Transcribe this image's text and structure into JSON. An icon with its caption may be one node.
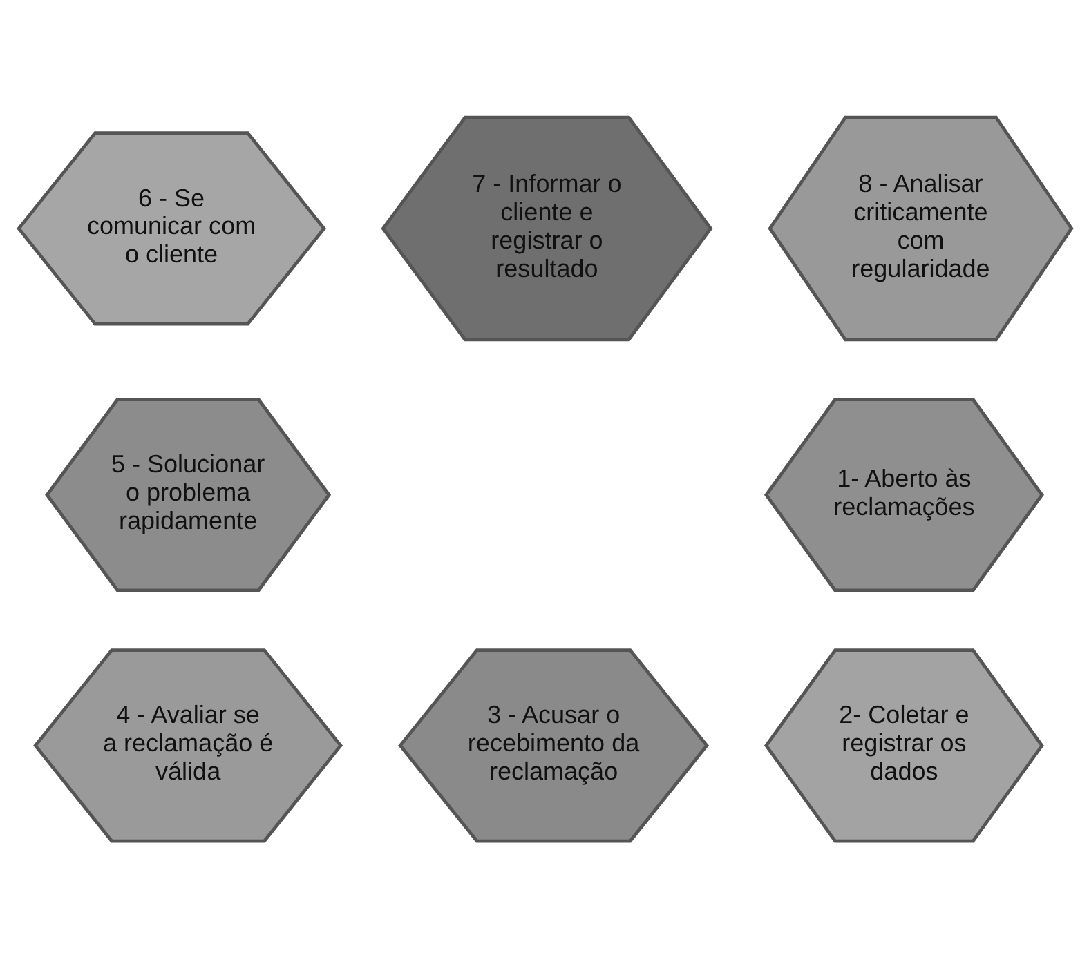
{
  "diagram": {
    "nodes": [
      {
        "text": [
          "1- Aberto às reclamações"
        ]
      },
      {
        "text": [
          "2- Coletar e registrar os dados"
        ]
      },
      {
        "text": [
          "3 - Acusar o recebimento da reclamação"
        ]
      },
      {
        "text": [
          "4 - Avaliar se a reclamação é válida"
        ]
      },
      {
        "text": [
          "5 - Solucionar o problema rapidamente"
        ]
      },
      {
        "text": [
          "6 - Se comunicar com o cliente"
        ]
      },
      {
        "text": [
          "7 - Informar o cliente e registrar o resultado"
        ]
      },
      {
        "text": [
          "8 - Analisar criticamente com regularidade"
        ]
      }
    ]
  }
}
